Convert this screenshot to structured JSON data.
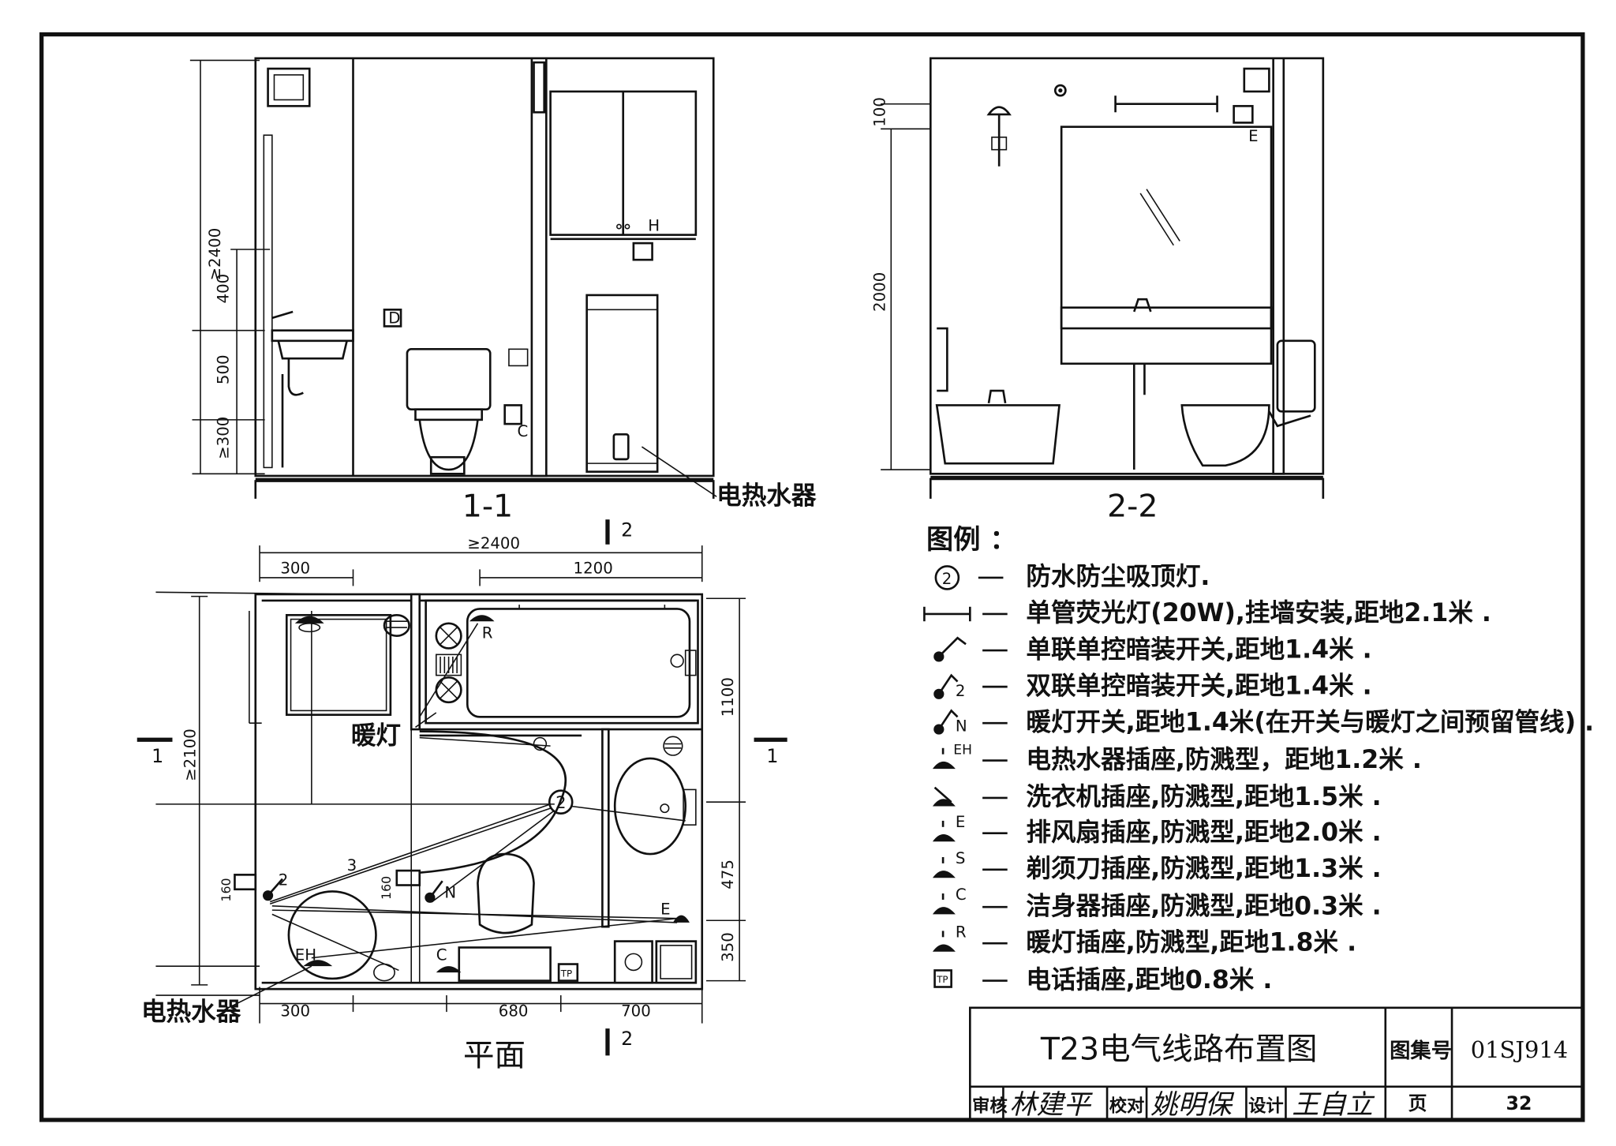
{
  "sections": {
    "s11": "1-1",
    "s22": "2-2",
    "plan": "平面",
    "cut_1": "1",
    "cut_2": "2"
  },
  "dims": {
    "h2400": "≥2400",
    "d400": "400",
    "d500": "500",
    "d300": "≥300",
    "d100": "100",
    "d2000": "2000",
    "w2400": "≥2400",
    "w300": "300",
    "w1200": "1200",
    "h2100": "≥2100",
    "d1100": "1100",
    "d475": "475",
    "d350": "350",
    "d160a": "160",
    "d160b": "160",
    "w300b": "300",
    "w680": "680",
    "w700": "700"
  },
  "marks": {
    "H": "H",
    "C": "C",
    "E": "E",
    "R": "R",
    "EH": "EH",
    "N": "N",
    "two": "2",
    "three": "3",
    "C2": "C",
    "E2": "E",
    "TP": "TP",
    "circ2": "2"
  },
  "labels": {
    "water_heater_elev": "电热水器",
    "water_heater_plan": "电热水器",
    "warm_lamp": "暖灯"
  },
  "legend": {
    "title": "图例 ：",
    "items": [
      {
        "sym": "②",
        "text": "防水防尘吸顶灯."
      },
      {
        "sym": "fluor",
        "text": "单管荧光灯(20W),挂墙安装,距地2.1米 ."
      },
      {
        "sym": "switch1",
        "text": "单联单控暗装开关,距地1.4米 ."
      },
      {
        "sym": "switch2",
        "text": "双联单控暗装开关,距地1.4米 ."
      },
      {
        "sym": "switchN",
        "text": "暖灯开关,距地1.4米(在开关与暖灯之间预留管线) ."
      },
      {
        "sym": "EH",
        "text": "电热水器插座,防溅型，距地1.2米 ."
      },
      {
        "sym": "washer",
        "text": "洗衣机插座,防溅型,距地1.5米 ."
      },
      {
        "sym": "E",
        "text": "排风扇插座,防溅型,距地2.0米 ."
      },
      {
        "sym": "S",
        "text": "剃须刀插座,防溅型,距地1.3米 ."
      },
      {
        "sym": "C",
        "text": "洁身器插座,防溅型,距地0.3米 ."
      },
      {
        "sym": "R",
        "text": "暖灯插座,防溅型,距地1.8米 ."
      },
      {
        "sym": "TP",
        "text": "电话插座,距地0.8米 ."
      }
    ]
  },
  "title_block": {
    "title": "T23电气线路布置图",
    "atlas_label": "图集号",
    "atlas_no": "01SJ914",
    "review_label": "审核",
    "review_sig": "林建平",
    "check_label": "校对",
    "check_sig": "姚明保",
    "design_label": "设计",
    "design_sig": "王自立",
    "page_label": "页",
    "page_no": "32"
  }
}
